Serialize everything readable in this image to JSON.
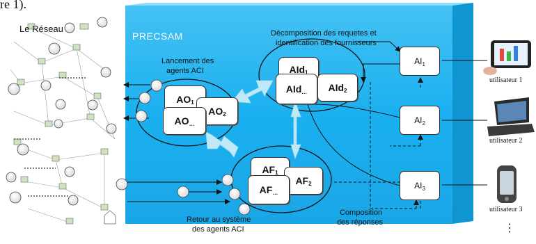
{
  "top_fragment": "re 1).",
  "network_label": "Le Réseau",
  "system_title": "PRECSAM",
  "captions": {
    "launch_line1": "Lancement des",
    "launch_line2": "agents ACI",
    "decomp_line1": "Décomposition des requetes et",
    "decomp_line2": "identification des fournisseurs",
    "compose_line1": "Composition",
    "compose_line2": "des réponses",
    "return_line1": "Retour au système",
    "return_line2": "des agents ACI"
  },
  "ao_agents": [
    {
      "base": "AO",
      "sub": "1"
    },
    {
      "base": "AO",
      "sub": "2"
    },
    {
      "base": "AO",
      "sub": "…"
    }
  ],
  "aid_agents": [
    {
      "base": "AId",
      "sub": "1"
    },
    {
      "base": "AId",
      "sub": "2"
    },
    {
      "base": "AId",
      "sub": "…"
    }
  ],
  "af_agents": [
    {
      "base": "AF",
      "sub": "1"
    },
    {
      "base": "AF",
      "sub": "2"
    },
    {
      "base": "AF",
      "sub": "…"
    }
  ],
  "interface_agents": [
    {
      "base": "AI",
      "sub": "1"
    },
    {
      "base": "AI",
      "sub": "2"
    },
    {
      "base": "AI",
      "sub": "3"
    }
  ],
  "users": [
    "utilisateur 1",
    "utilisateur 2",
    "utilisateur 3"
  ],
  "more_users": "⋮",
  "colors": {
    "system_panel": "#1ab0f0",
    "system_panel_top": "#7fd6f7",
    "arrow_fill": "#bfe9f6"
  }
}
